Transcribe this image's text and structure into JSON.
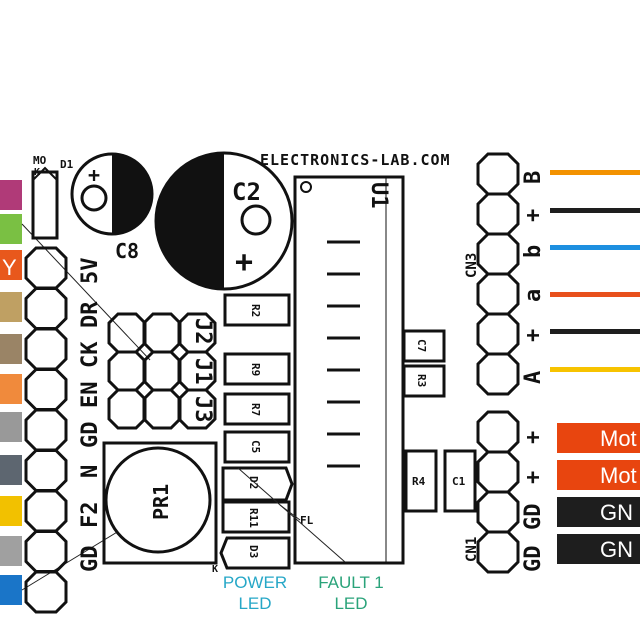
{
  "board": {
    "brand": "ELECTRONICS-LAB.COM",
    "c2": "C2",
    "c8": "C8",
    "plus_c2": "+",
    "plus_c8": "+",
    "u1": "U1",
    "d1": "D1",
    "mo": "MO",
    "k": "K",
    "pr1": "PR1",
    "cn1": "CN1",
    "cn3": "CN3",
    "jumpers": [
      "J2",
      "J1",
      "J3"
    ],
    "fl": "FL",
    "small_k": "K",
    "left_header_labels": [
      "5V",
      "DR",
      "CK",
      "EN",
      "GD",
      "N",
      "F2",
      "GD"
    ],
    "cn3_labels": [
      "B",
      "+",
      "b",
      "a",
      "+",
      "A"
    ],
    "cn1_labels": [
      "+",
      "+",
      "GD",
      "GD"
    ],
    "parts_column": [
      "R2",
      "R9",
      "R7",
      "C5",
      "D2",
      "R11",
      "D3"
    ],
    "parts_right": [
      "C7",
      "R3",
      "R4",
      "C1"
    ]
  },
  "left_wires": [
    {
      "color": "#b03a78"
    },
    {
      "color": "#7ac043"
    },
    {
      "color": "#e8581c",
      "text": "Y"
    },
    {
      "color": "#bfa063"
    },
    {
      "color": "#9a8466"
    },
    {
      "color": "#f08a3c"
    },
    {
      "color": "#999999"
    },
    {
      "color": "#5d6670"
    },
    {
      "color": "#f2c100"
    },
    {
      "color": "#a0a0a0"
    },
    {
      "color": "#1a75c8"
    }
  ],
  "motor_wires": [
    {
      "color": "#f39200"
    },
    {
      "color": "#1e1e1e"
    },
    {
      "color": "#1d8fe0"
    },
    {
      "color": "#e8501c"
    },
    {
      "color": "#1e1e1e"
    },
    {
      "color": "#f7c300"
    }
  ],
  "power_labels": [
    {
      "text": "Mot",
      "color": "#e8450f"
    },
    {
      "text": "Mot",
      "color": "#e8450f"
    },
    {
      "text": "GN",
      "color": "#1e1e1e"
    },
    {
      "text": "GN",
      "color": "#1e1e1e"
    }
  ],
  "captions": {
    "power_led": [
      "POWER",
      "LED"
    ],
    "fault_led": [
      "FAULT 1",
      "LED"
    ],
    "power_color": "#26a7c7",
    "fault_color": "#2aa37a"
  }
}
